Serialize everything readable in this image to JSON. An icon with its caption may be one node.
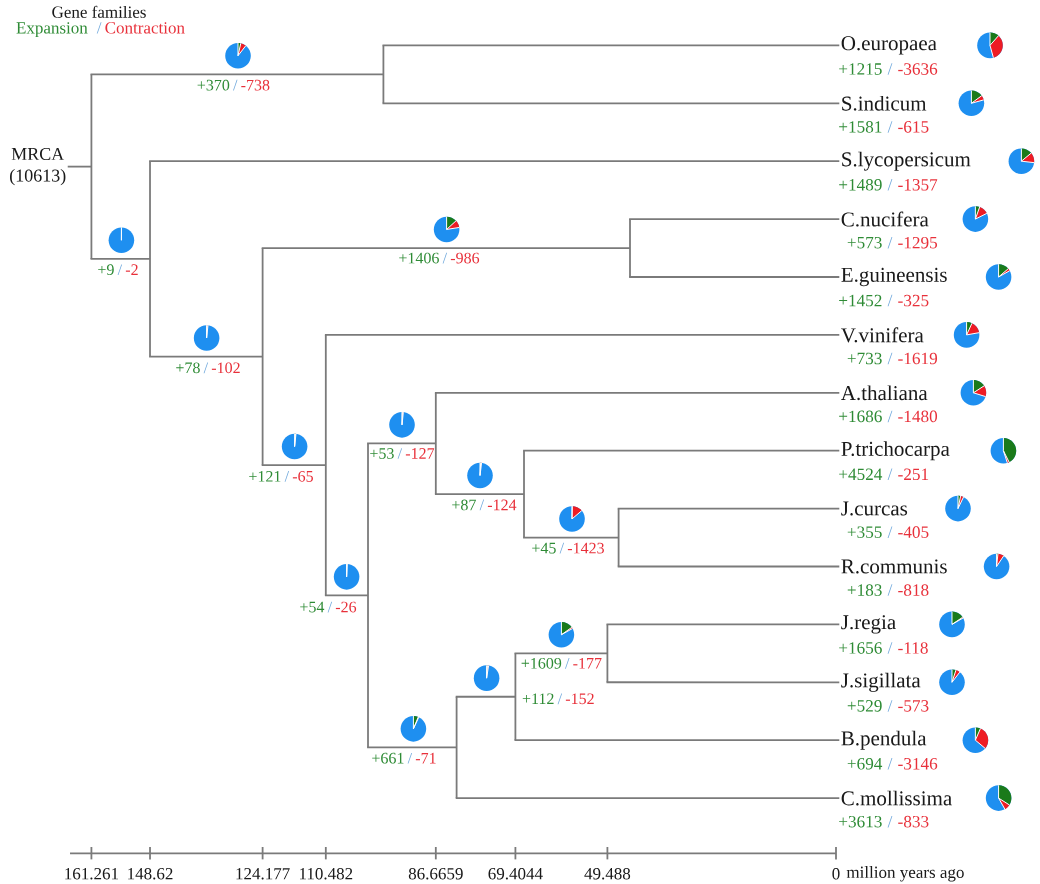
{
  "diagram": {
    "nodes": [
      {
        "text": [
          "MRCA",
          "(10613)"
        ]
      },
      {
        "text": [
          "O.europaea"
        ],
        "beside": [
          "+1215",
          "/",
          "-3636"
        ]
      },
      {
        "text": [
          "S.indicum"
        ],
        "beside": [
          "+1581",
          "/",
          "-615"
        ]
      },
      {
        "text": [
          "S.lycopersicum"
        ],
        "beside": [
          "+1489",
          "/",
          "-1357"
        ]
      },
      {
        "text": [
          "C.nucifera"
        ],
        "beside": [
          "+573",
          "/",
          "-1295"
        ]
      },
      {
        "text": [
          "E.guineensis"
        ],
        "beside": [
          "+1452",
          "/",
          "-325"
        ]
      },
      {
        "text": [
          "V.vinifera"
        ],
        "beside": [
          "+733",
          "/",
          "-1619"
        ]
      },
      {
        "text": [
          "A.thaliana"
        ],
        "beside": [
          "+1686",
          "/",
          "-1480"
        ]
      },
      {
        "text": [
          "P.trichocarpa"
        ],
        "beside": [
          "+4524",
          "/",
          "-251"
        ]
      },
      {
        "text": [
          "J.curcas"
        ],
        "beside": [
          "+355",
          "/",
          "-405"
        ]
      },
      {
        "text": [
          "R.communis"
        ],
        "beside": [
          "+183",
          "/",
          "-818"
        ]
      },
      {
        "text": [
          "J.regia"
        ],
        "beside": [
          "+1656",
          "/",
          "-118"
        ]
      },
      {
        "text": [
          "J.sigillata"
        ],
        "beside": [
          "+529",
          "/",
          "-573"
        ]
      },
      {
        "text": [
          "B.pendula"
        ],
        "beside": [
          "+694",
          "/",
          "-3146"
        ]
      },
      {
        "text": [
          "C.mollissima"
        ],
        "beside": [
          "+3613",
          "/",
          "-833"
        ]
      },
      {
        "text": [],
        "shape": "bar"
      },
      {
        "text": [],
        "shape": "bar",
        "beside": [
          "+9",
          "/",
          "-2"
        ]
      },
      {
        "text": [],
        "shape": "bar",
        "beside": [
          "+78",
          "/",
          "-102"
        ]
      },
      {
        "text": [],
        "shape": "bar",
        "beside": [
          "+121",
          "/",
          "-65"
        ]
      },
      {
        "text": [],
        "shape": "bar",
        "beside": [
          "+54",
          "/",
          "-26"
        ]
      },
      {
        "text": [],
        "shape": "bar",
        "beside": [
          "+370",
          "/",
          "-738"
        ]
      },
      {
        "text": [],
        "shape": "bar",
        "beside": [
          "+53",
          "/",
          "-127"
        ]
      },
      {
        "text": [],
        "shape": "bar",
        "beside": [
          "+661",
          "/",
          "-71"
        ]
      },
      {
        "text": [],
        "shape": "bar",
        "beside": [
          "+112",
          "/",
          "-152"
        ]
      },
      {
        "text": [],
        "shape": "bar",
        "beside": [
          "+87",
          "/",
          "-124"
        ]
      },
      {
        "text": [],
        "shape": "bar",
        "beside": [
          "+1609",
          "/",
          "-177"
        ]
      },
      {
        "text": [],
        "shape": "bar",
        "beside": [
          "+45",
          "/",
          "-1423"
        ]
      },
      {
        "text": [],
        "shape": "bar",
        "beside": [
          "+1406",
          "/",
          "-986"
        ]
      }
    ],
    "edges": [
      {
        "from": 0,
        "to": 15,
        "arrow": "none"
      },
      {
        "from": 15,
        "to": 20,
        "arrow": "none"
      },
      {
        "from": 15,
        "to": 16,
        "arrow": "none"
      },
      {
        "from": 20,
        "to": 1,
        "arrow": "none"
      },
      {
        "from": 20,
        "to": 2,
        "arrow": "none"
      },
      {
        "from": 16,
        "to": 3,
        "arrow": "none"
      },
      {
        "from": 16,
        "to": 17,
        "arrow": "none"
      },
      {
        "from": 17,
        "to": 27,
        "arrow": "none"
      },
      {
        "from": 27,
        "to": 4,
        "arrow": "none"
      },
      {
        "from": 27,
        "to": 5,
        "arrow": "none"
      },
      {
        "from": 17,
        "to": 18,
        "arrow": "none"
      },
      {
        "from": 18,
        "to": 6,
        "arrow": "none"
      },
      {
        "from": 18,
        "to": 19,
        "arrow": "none"
      },
      {
        "from": 19,
        "to": 21,
        "arrow": "none"
      },
      {
        "from": 21,
        "to": 7,
        "arrow": "none"
      },
      {
        "from": 21,
        "to": 24,
        "arrow": "none"
      },
      {
        "from": 24,
        "to": 8,
        "arrow": "none"
      },
      {
        "from": 24,
        "to": 26,
        "arrow": "none"
      },
      {
        "from": 26,
        "to": 9,
        "arrow": "none"
      },
      {
        "from": 26,
        "to": 10,
        "arrow": "none"
      },
      {
        "from": 19,
        "to": 22,
        "arrow": "none"
      },
      {
        "from": 22,
        "to": 23,
        "arrow": "none"
      },
      {
        "from": 23,
        "to": 25,
        "arrow": "none"
      },
      {
        "from": 25,
        "to": 11,
        "arrow": "none"
      },
      {
        "from": 25,
        "to": 12,
        "arrow": "none"
      },
      {
        "from": 23,
        "to": 13,
        "arrow": "none"
      },
      {
        "from": 22,
        "to": 14,
        "arrow": "none"
      }
    ],
    "labels": [
      "Gene families",
      "Expansion",
      "/",
      "Contraction",
      "161.261",
      "148.62",
      "124.177",
      "110.482",
      "86.6659",
      "69.4044",
      "49.488",
      "0",
      "million years ago"
    ]
  }
}
